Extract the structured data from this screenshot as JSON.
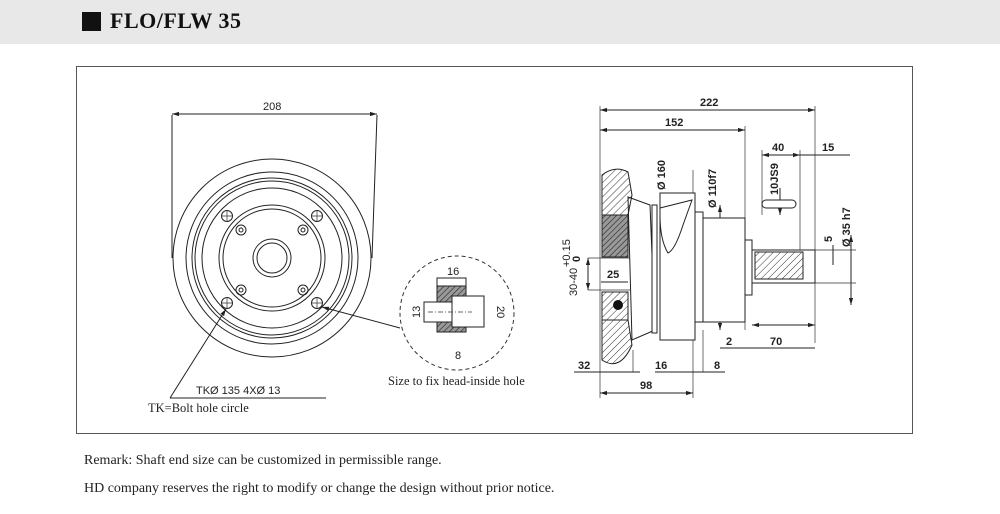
{
  "header": {
    "title": "FLO/FLW 35"
  },
  "front_view": {
    "dim_diameter": "208",
    "bolt_circle_spec": "TKØ 135  4XØ 13",
    "bolt_circle_note": "TK=Bolt hole circle"
  },
  "detail_view": {
    "dim_top": "16",
    "dim_left": "13",
    "dim_right": "20",
    "dim_bottom": "8",
    "caption": "Size to fix head-inside hole"
  },
  "side_view": {
    "dim_total_length": "222",
    "dim_length_152": "152",
    "dim_keyway_length": "40",
    "dim_shaft_offset": "15",
    "dim_wheel_dia": "Ø 160",
    "dim_flange_dia": "Ø 110f7",
    "dim_key_width": "10JS9",
    "dim_key_depth": "5",
    "dim_shaft_dia": "Ø 35 h7",
    "dim_bore": "30-40",
    "dim_bore_tol_upper": "+0.15",
    "dim_bore_tol_lower": "0",
    "dim_hub": "25",
    "dim_wheel_width": "32",
    "dim_16": "16",
    "dim_8": "8",
    "dim_98": "98",
    "dim_2": "2",
    "dim_shaft_length": "70"
  },
  "remarks": [
    "Remark: Shaft end size can be customized in permissible range.",
    "HD company reserves the right to modify or change the design without prior notice."
  ]
}
